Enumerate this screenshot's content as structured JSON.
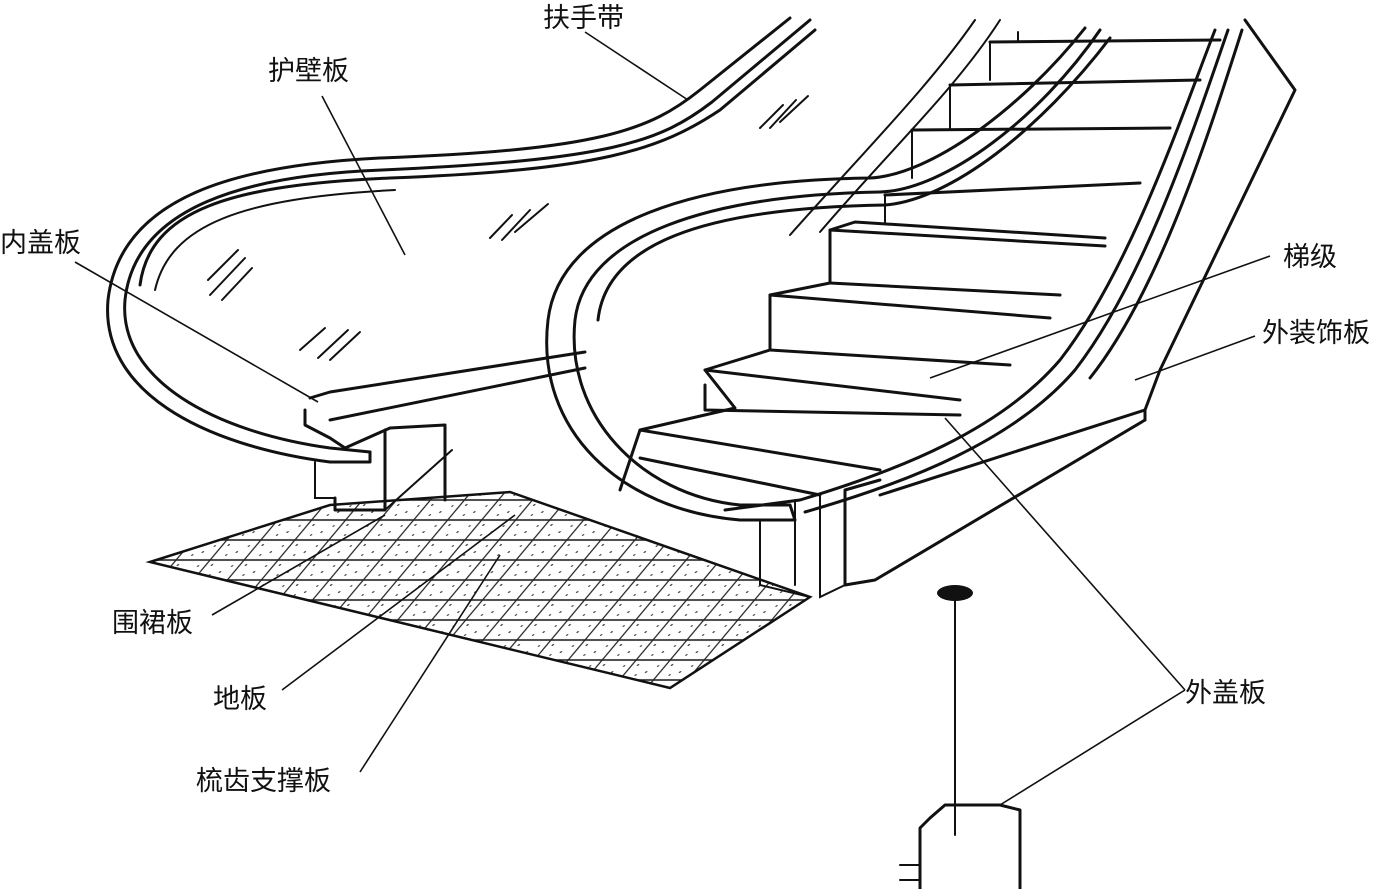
{
  "labels": {
    "handrail": "扶手带",
    "guard_panel": "护壁板",
    "inner_deck": "内盖板",
    "step": "梯级",
    "exterior_panel": "外装饰板",
    "skirt_panel": "围裙板",
    "floor": "地板",
    "comb_plate": "梳齿支撑板",
    "outer_deck": "外盖板"
  }
}
